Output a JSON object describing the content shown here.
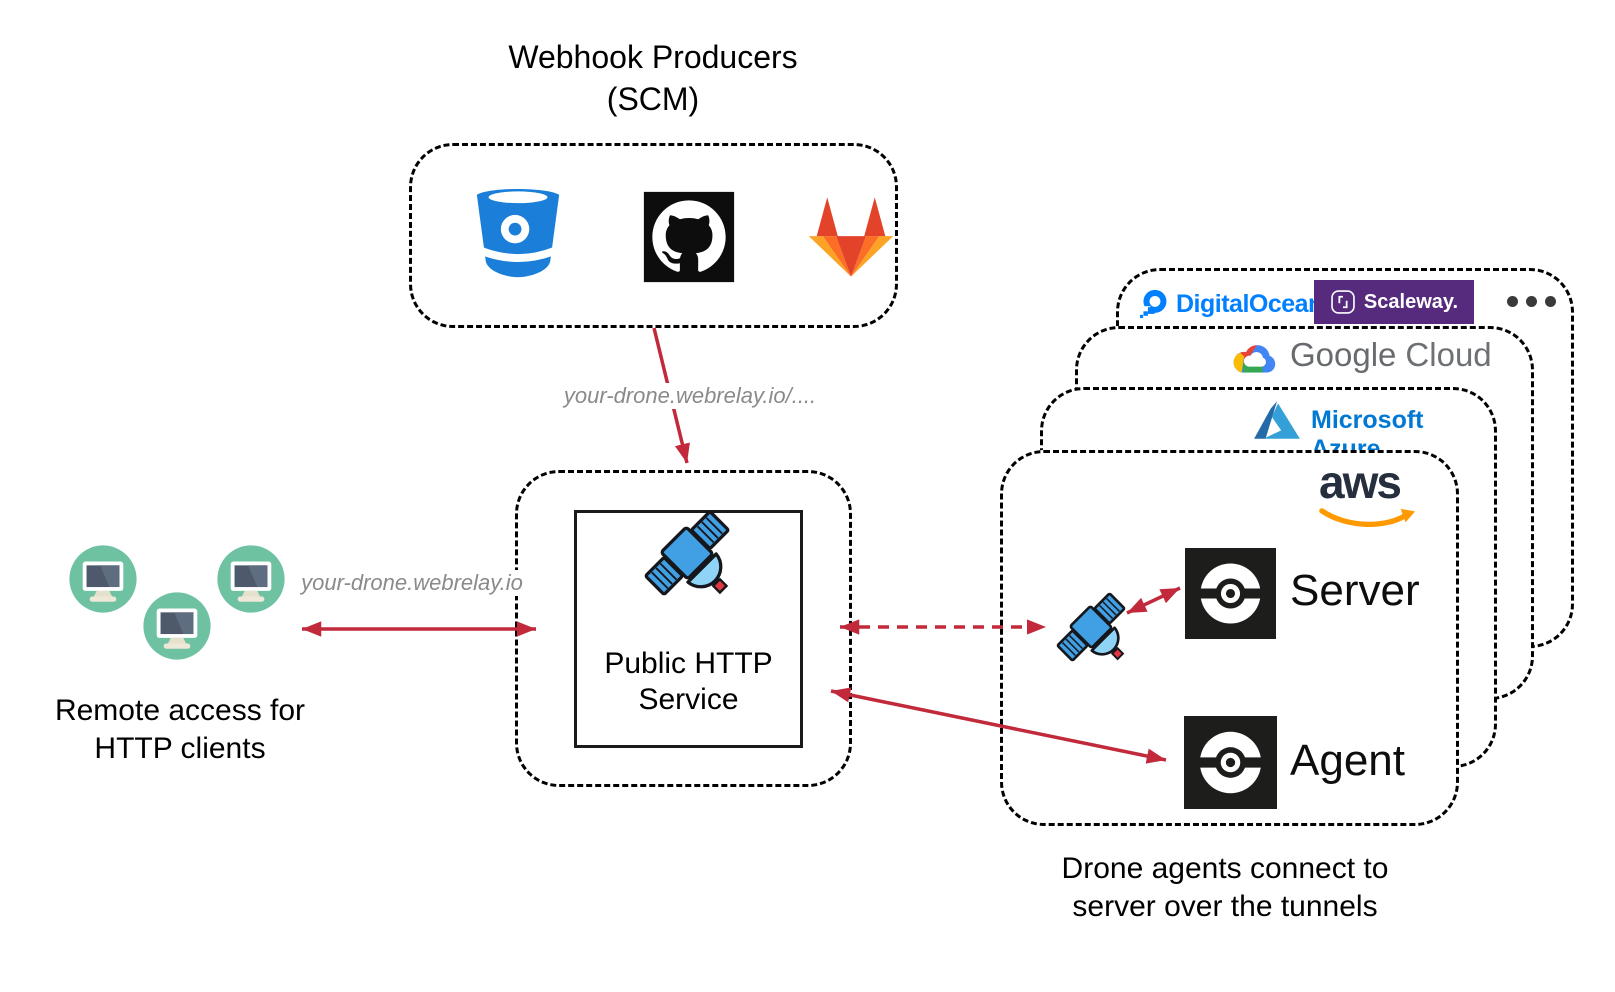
{
  "title": {
    "line1": "Webhook Producers",
    "line2": "(SCM)"
  },
  "connector_labels": {
    "webhook_url": "your-drone.webrelay.io/....",
    "client_url": "your-drone.webrelay.io"
  },
  "http_service": {
    "line1": "Public HTTP",
    "line2": "Service"
  },
  "clients_caption": {
    "line1": "Remote access for",
    "line2": "HTTP clients"
  },
  "agents_caption": {
    "line1": "Drone agents connect to",
    "line2": "server over the tunnels"
  },
  "cloud_stack": {
    "digitalocean_label": "DigitalOcean",
    "scaleway_label": "Scaleway.",
    "google_label_word1": "Google",
    "google_label_word2": "Cloud",
    "azure_label": "Microsoft Azure",
    "aws_label": "aws",
    "server_label": "Server",
    "agent_label": "Agent"
  },
  "icons": {
    "producers": [
      "bitbucket-icon",
      "github-icon",
      "gitlab-icon"
    ],
    "relay": "satellite-icon",
    "clients": "monitor-in-circle-icon",
    "drone": "drone-logo-icon",
    "cloud_providers": [
      "digitalocean-icon",
      "scaleway-icon",
      "google-cloud-icon",
      "microsoft-azure-icon",
      "aws-icon"
    ],
    "more_providers": "ellipsis-icon"
  },
  "colors": {
    "arrow_red": "#c2293a",
    "bitbucket_blue": "#1b7fd9",
    "digitalocean_blue": "#0080ff",
    "scaleway_purple": "#562b7d",
    "google_gray": "#686b6e",
    "azure_blue": "#0078d4",
    "aws_navy": "#252f3e",
    "aws_orange": "#ff9900",
    "gitlab_red": "#e24329",
    "gitlab_orange": "#fc6d26",
    "gitlab_yellow": "#fca326",
    "client_circle_green": "#6ec2a2",
    "satellite_blue": "#41a0e4",
    "label_gray": "#8a8a8a"
  }
}
